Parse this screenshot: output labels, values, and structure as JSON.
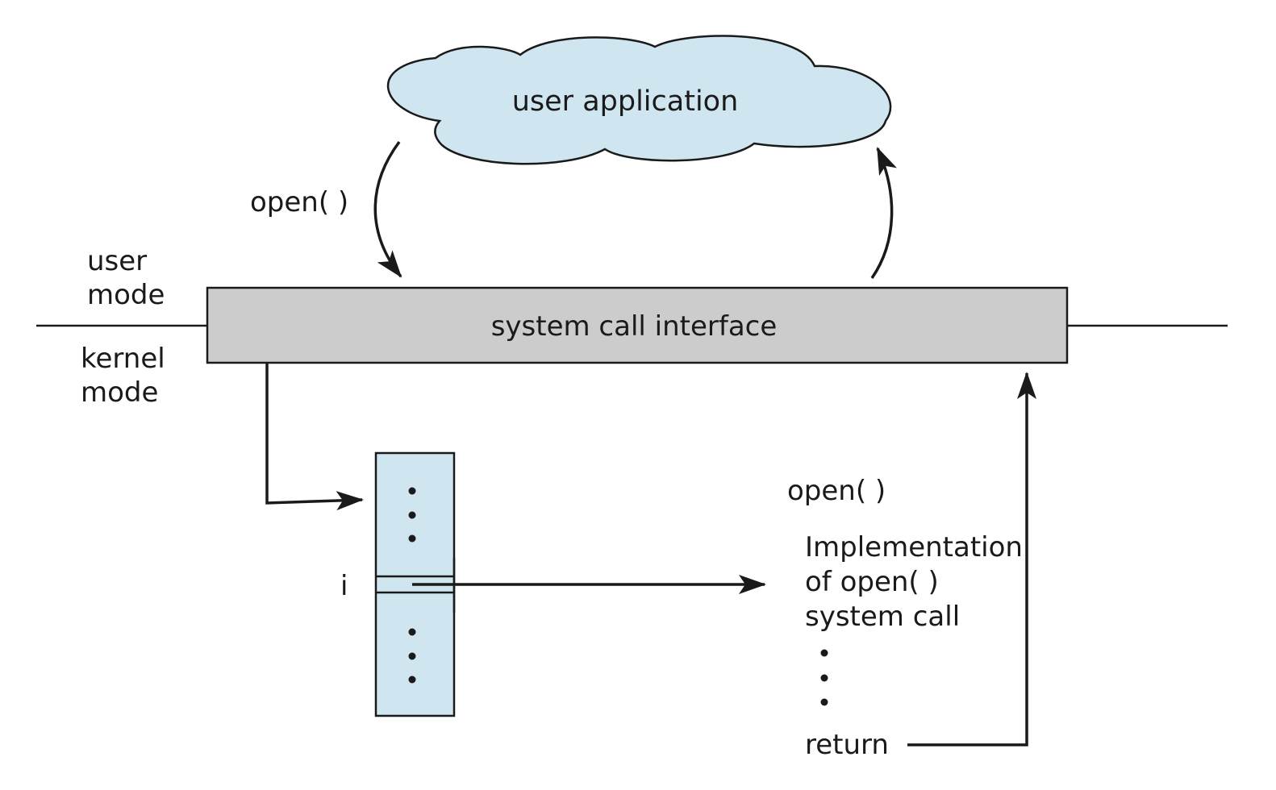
{
  "cloud": {
    "label": "user application",
    "fill": "#cfe6f0"
  },
  "interface": {
    "label": "system call interface",
    "fill": "#cccccc"
  },
  "table": {
    "fill": "#cfe6f0",
    "index_label": "i"
  },
  "labels": {
    "open_call": "open( )",
    "user_mode_1": "user",
    "user_mode_2": "mode",
    "kernel_mode_1": "kernel",
    "kernel_mode_2": "mode"
  },
  "implementation": {
    "title": "open( )",
    "line1": "Implementation",
    "line2": "of open( )",
    "line3": "system call",
    "return_label": "return"
  }
}
